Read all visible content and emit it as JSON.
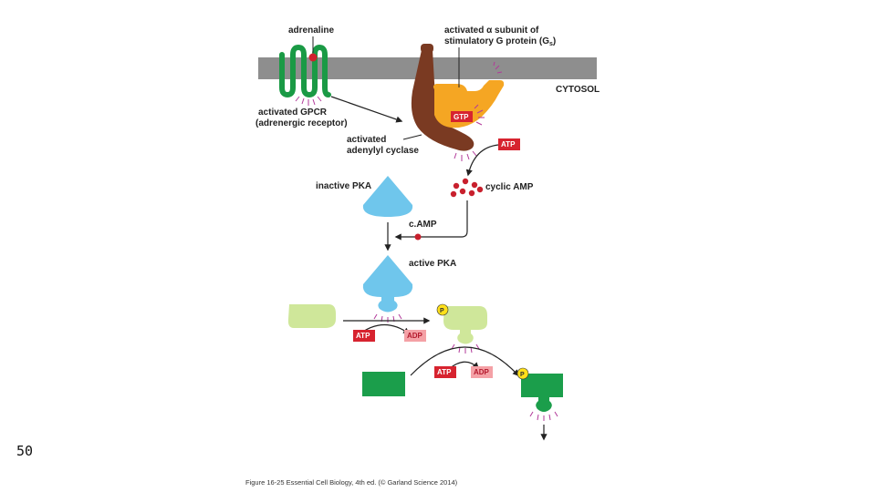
{
  "labels": {
    "adrenaline": "adrenaline",
    "g_alpha_line1": "activated α subunit of",
    "g_alpha_line2": "stimulatory G protein (G",
    "g_alpha_sub": "s",
    "g_alpha_close": ")",
    "cytosol": "CYTOSOL",
    "gpcr_line1": "activated GPCR",
    "gpcr_line2": "(adrenergic receptor)",
    "cyclase_line1": "activated",
    "cyclase_line2": "adenylyl cyclase",
    "gtp": "GTP",
    "atp": "ATP",
    "adp": "ADP",
    "cyclic_amp": "cyclic AMP",
    "inactive_pka": "inactive PKA",
    "camp": "c.AMP",
    "active_pka": "active PKA",
    "phosphate": "P"
  },
  "caption": "Figure 16-25  Essential Cell Biology, 4th ed. (© Garland Science 2014)",
  "slide_number": "50",
  "colors": {
    "membrane": "#8e8e8e",
    "gpcr": "#1a9a45",
    "g_protein": "#f5a623",
    "cyclase": "#7a3a22",
    "pka": "#6fc6ec",
    "substrate_1": "#cfe79a",
    "substrate_2": "#1b9e4b",
    "nucleotide_box": "#d7232f",
    "adp_box": "#f4a1a6",
    "camp_dot": "#c8202d",
    "phosphate": "#ffe01a"
  }
}
